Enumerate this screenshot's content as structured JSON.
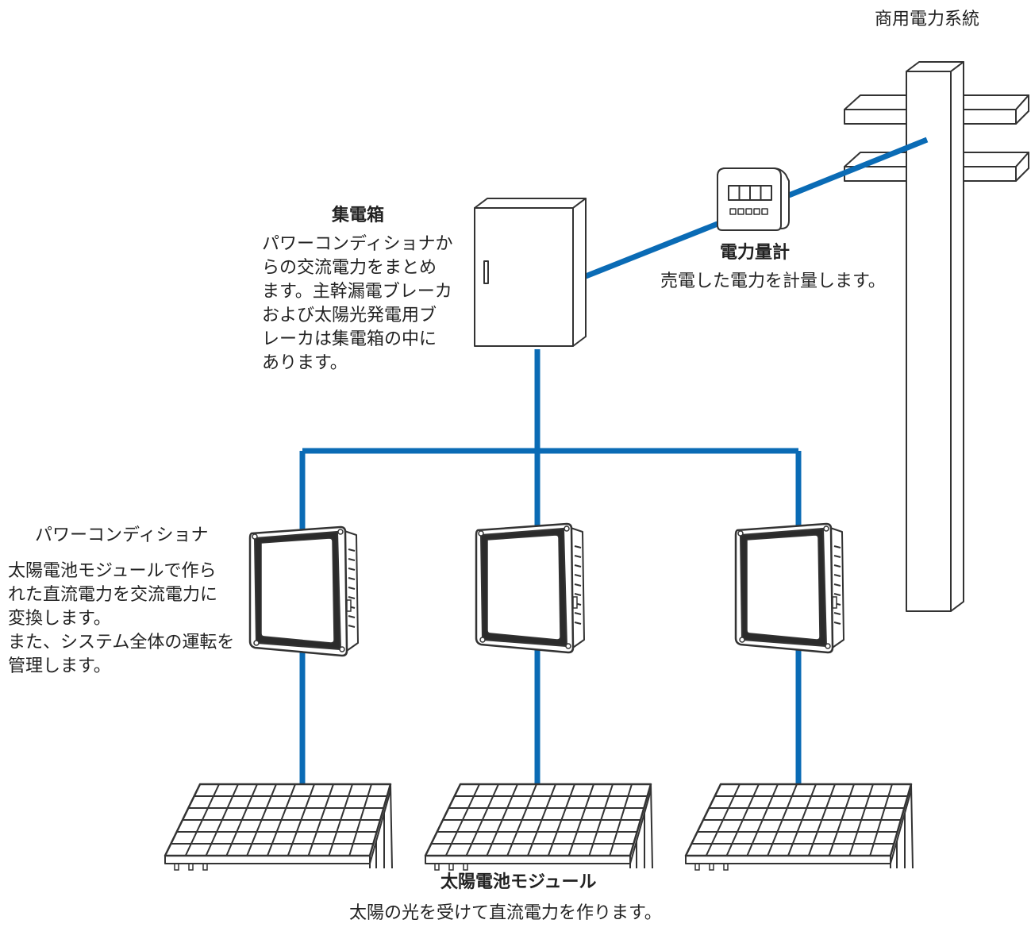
{
  "colors": {
    "wire": "#0a6bb5",
    "outline": "#333333",
    "background": "#ffffff"
  },
  "grid": {
    "label": "商用電力系統"
  },
  "meter": {
    "title": "電力量計",
    "description": "売電した電力を計量します。"
  },
  "junction_box": {
    "title": "集電箱",
    "description_lines": [
      "パワーコンディショナか",
      "らの交流電力をまとめ",
      "ます。主幹漏電ブレーカ",
      "および太陽光発電用ブ",
      "レーカは集電箱の中に",
      "あります。"
    ]
  },
  "power_conditioner": {
    "title": "パワーコンディショナ",
    "description_lines": [
      "太陽電池モジュールで作ら",
      "れた直流電力を交流電力に",
      "変換します。",
      "また、システム全体の運転を",
      "管理します。"
    ]
  },
  "solar_module": {
    "title": "太陽電池モジュール",
    "description": "太陽の光を受けて直流電力を作ります。"
  }
}
